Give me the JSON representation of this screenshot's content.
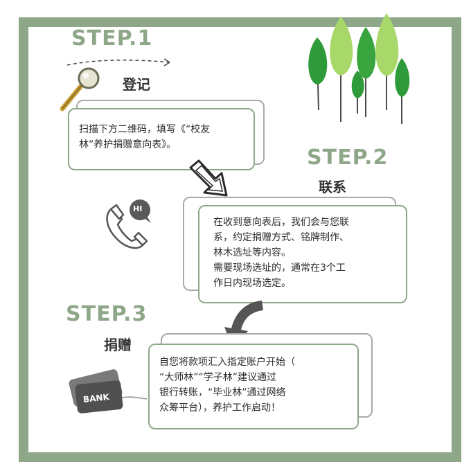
{
  "step1": {
    "title": "STEP.1",
    "subtitle": "登记",
    "text_lines": [
      "扫描下方二维码，填写《“校友",
      "林”养护捐赠意向表》。"
    ]
  },
  "step2": {
    "title": "STEP.2",
    "subtitle": "联系",
    "text_lines": [
      "在收到意向表后，我们会与您联",
      "系，约定捐赠方式、铭牌制作、",
      "林木选址等内容。",
      "需要现场选址的，通常在3个工",
      "作日内现场选定。"
    ]
  },
  "step3": {
    "title": "STEP.3",
    "subtitle": "捐赠",
    "text_lines": [
      "自您将款项汇入指定账户开始（",
      "“大师林”“学子林”建议通过",
      "银行转账，“毕业林”通过网络",
      "众筹平台），养护工作启动！"
    ]
  },
  "icons": {
    "phone_bubble_text": "HI",
    "card_text": "BANK"
  },
  "colors": {
    "accent_green": "#8fa789",
    "text_dark": "#333333",
    "border_gray": "#a9a9a9",
    "arrow_gray": "#555555"
  }
}
